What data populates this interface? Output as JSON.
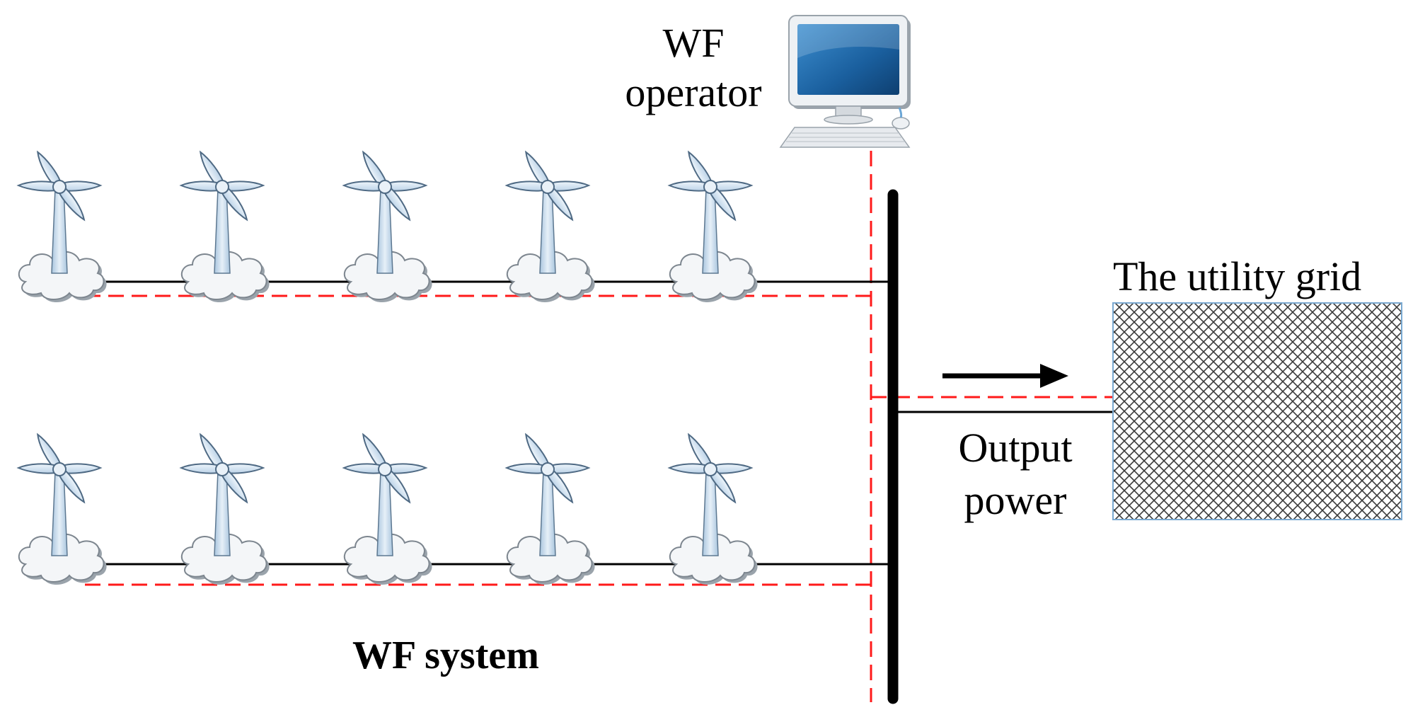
{
  "labels": {
    "operator_line1": "WF",
    "operator_line2": "operator",
    "utility_grid": "The utility grid",
    "output_line1": "Output",
    "output_line2": "power",
    "system": "WF system"
  },
  "icons": {
    "turbine": "wind-turbine-icon",
    "operator": "computer-monitor-icon",
    "grid": "utility-grid-block",
    "power_flow": "arrow-right-icon"
  },
  "layout_rows": [
    {
      "name": "upper-feeder",
      "turbine_count": 5
    },
    {
      "name": "lower-feeder",
      "turbine_count": 5
    }
  ],
  "colors": {
    "power_line": "#000000",
    "communication_line": "#ff1a1a",
    "turbine_fill": "#cfe0ef",
    "grid_fill": "#ffffff",
    "grid_hatch": "#333333",
    "monitor_screen": "#1e6fae"
  }
}
